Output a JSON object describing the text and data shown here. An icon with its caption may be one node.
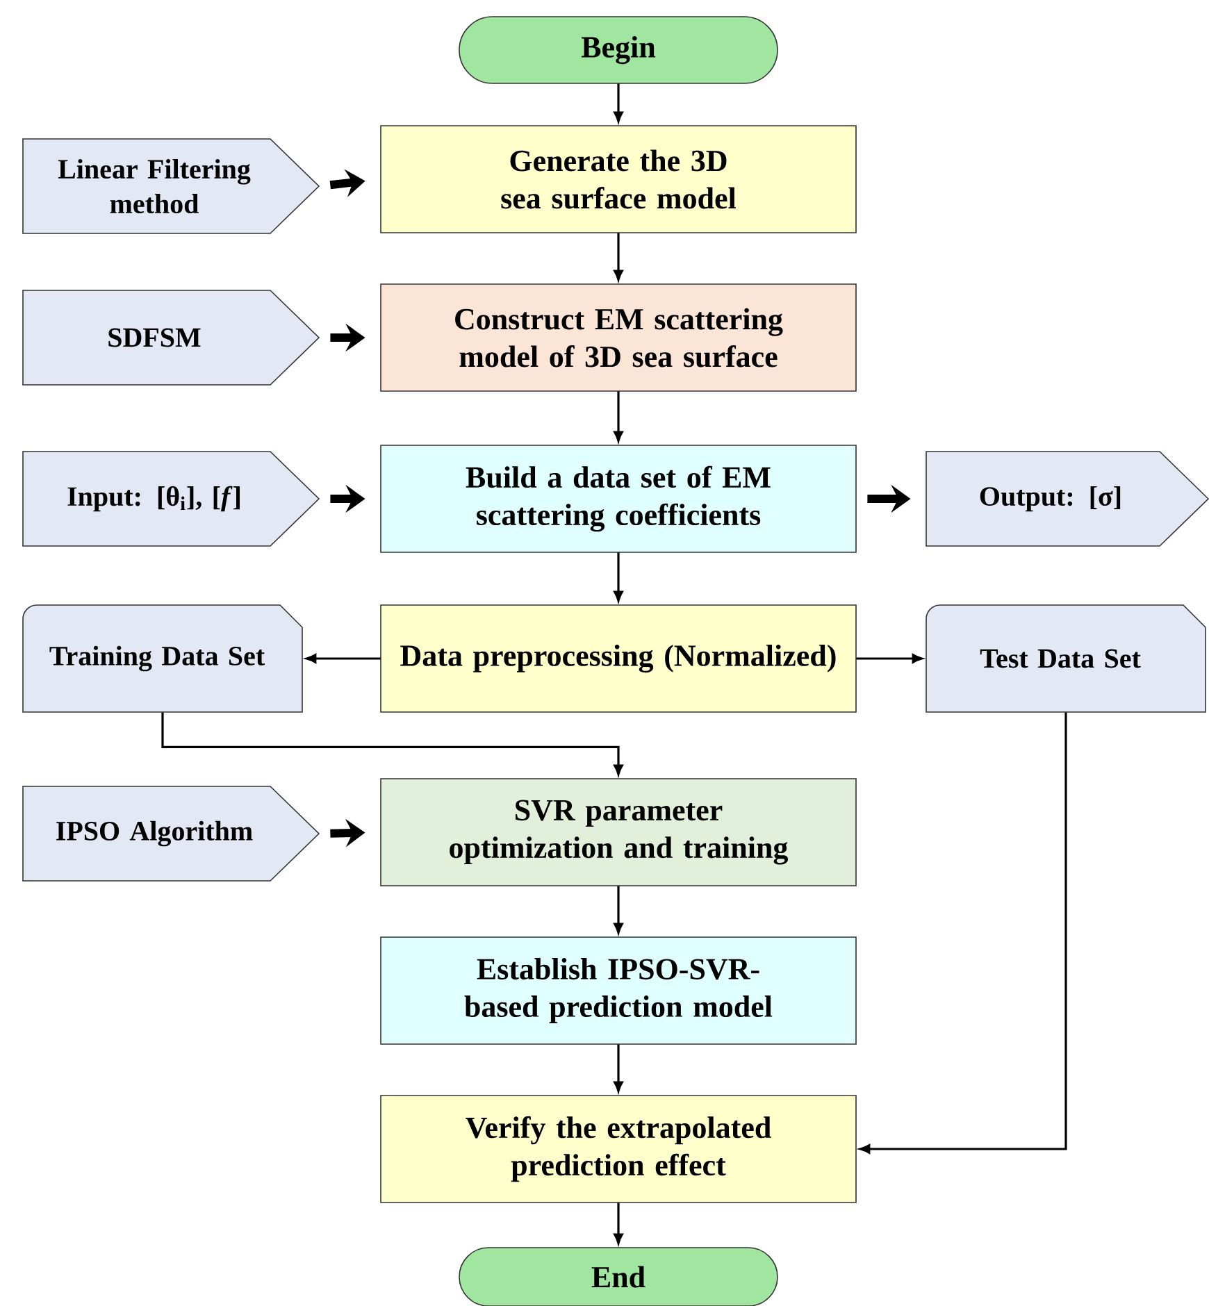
{
  "diagram": {
    "nodes": [
      {
        "text": [
          "Begin"
        ]
      },
      {
        "text": [
          "Linear Filtering method"
        ]
      },
      {
        "text": [
          "Generate the 3D sea surface model"
        ]
      },
      {
        "text": [
          "SDFSM"
        ]
      },
      {
        "text": [
          "Construct EM scattering model of 3D sea surface"
        ]
      },
      {
        "text": [
          "Input: [θ$_{i}$], [*f*]"
        ]
      },
      {
        "text": [
          "Build a data set of EM scattering coefficients"
        ]
      },
      {
        "text": [
          "Output: [σ]"
        ]
      },
      {
        "text": [
          "Training Data Set"
        ]
      },
      {
        "text": [
          "Data preprocessing (Normalized)"
        ]
      },
      {
        "text": [
          "Test Data Set"
        ]
      },
      {
        "text": [
          "IPSO Algorithm"
        ]
      },
      {
        "text": [
          "SVR parameter optimization and training"
        ]
      },
      {
        "text": [
          "Establish IPSO-SVR-based prediction model"
        ]
      },
      {
        "text": [
          "Verify the extrapolated prediction effect"
        ]
      },
      {
        "text": [
          "End"
        ]
      }
    ],
    "edges": [
      {
        "from": 0,
        "to": 2,
        "arrow": "to"
      },
      {
        "from": 1,
        "to": 2,
        "arrow": "to",
        "style": "thick"
      },
      {
        "from": 2,
        "to": 4,
        "arrow": "to"
      },
      {
        "from": 3,
        "to": 4,
        "arrow": "to",
        "style": "thick"
      },
      {
        "from": 4,
        "to": 6,
        "arrow": "to"
      },
      {
        "from": 5,
        "to": 6,
        "arrow": "to",
        "style": "thick"
      },
      {
        "from": 6,
        "to": 7,
        "arrow": "to",
        "style": "thick"
      },
      {
        "from": 6,
        "to": 9,
        "arrow": "to"
      },
      {
        "from": 9,
        "to": 8,
        "arrow": "to"
      },
      {
        "from": 9,
        "to": 10,
        "arrow": "to"
      },
      {
        "from": 8,
        "to": 12,
        "arrow": "to"
      },
      {
        "from": 11,
        "to": 12,
        "arrow": "to",
        "style": "thick"
      },
      {
        "from": 12,
        "to": 13,
        "arrow": "to"
      },
      {
        "from": 13,
        "to": 14,
        "arrow": "to"
      },
      {
        "from": 10,
        "to": 14,
        "arrow": "to"
      },
      {
        "from": 14,
        "to": 15,
        "arrow": "to"
      }
    ]
  }
}
